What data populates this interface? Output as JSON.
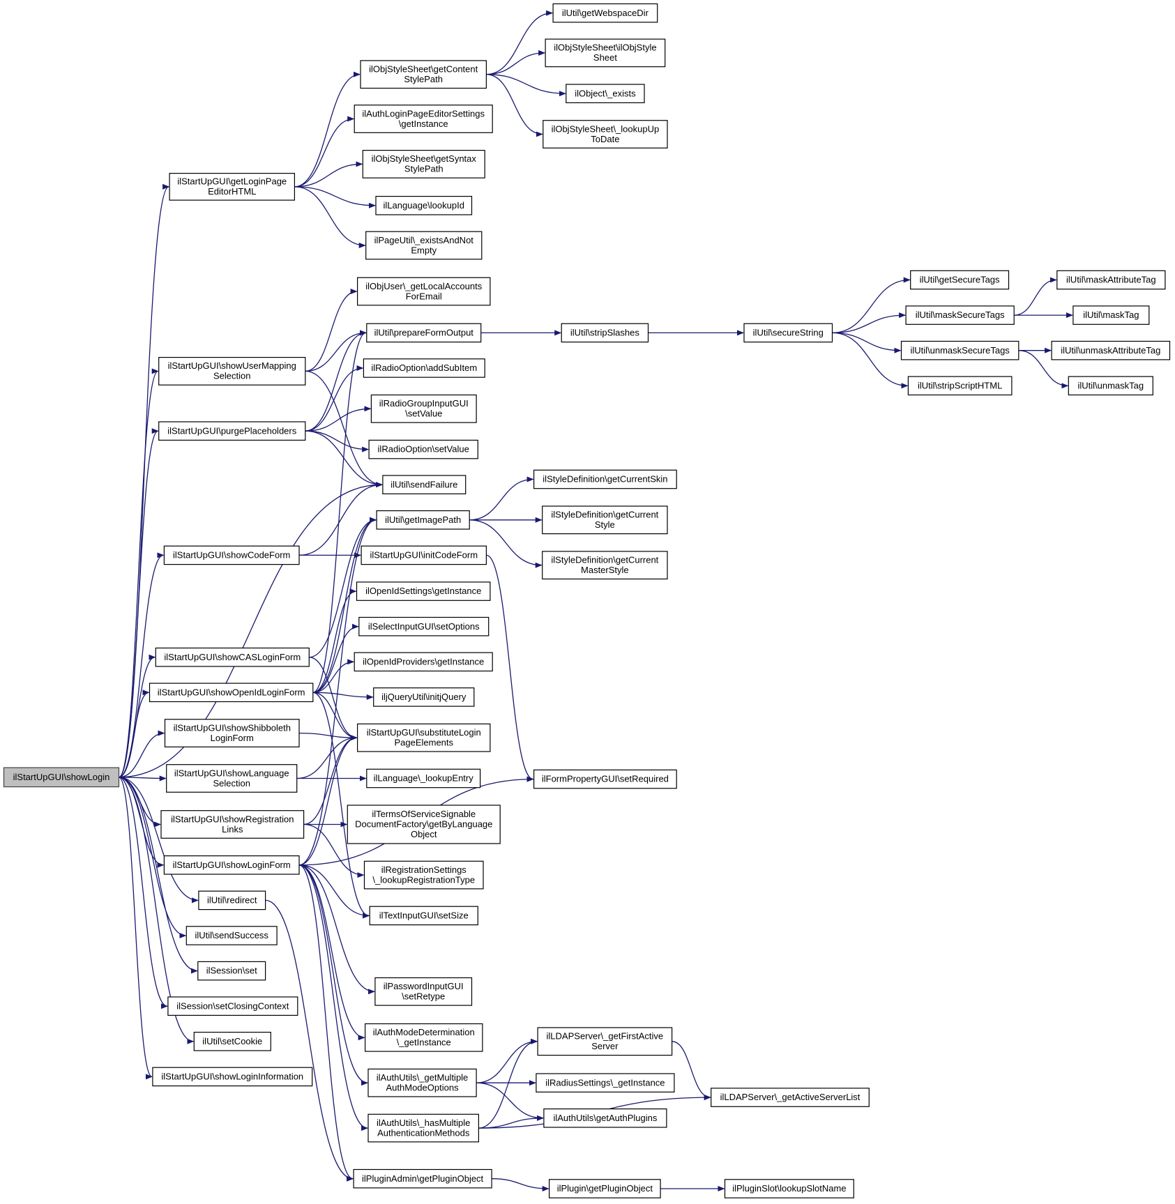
{
  "nodes": [
    {
      "id": "showLogin",
      "lines": [
        "ilStartUpGUI\\showLogin"
      ],
      "root": true
    },
    {
      "id": "getLoginPageEditorHTML",
      "lines": [
        "ilStartUpGUI\\getLoginPage",
        "EditorHTML"
      ]
    },
    {
      "id": "showUserMappingSelection",
      "lines": [
        "ilStartUpGUI\\showUserMapping",
        "Selection"
      ]
    },
    {
      "id": "purgePlaceholders",
      "lines": [
        "ilStartUpGUI\\purgePlaceholders"
      ]
    },
    {
      "id": "sendFailure",
      "lines": [
        "ilUtil\\sendFailure"
      ]
    },
    {
      "id": "showCodeForm",
      "lines": [
        "ilStartUpGUI\\showCodeForm"
      ]
    },
    {
      "id": "showCASLoginForm",
      "lines": [
        "ilStartUpGUI\\showCASLoginForm"
      ]
    },
    {
      "id": "showOpenIdLoginForm",
      "lines": [
        "ilStartUpGUI\\showOpenIdLoginForm"
      ]
    },
    {
      "id": "showShibbolethLoginForm",
      "lines": [
        "ilStartUpGUI\\showShibboleth",
        "LoginForm"
      ]
    },
    {
      "id": "showLanguageSelection",
      "lines": [
        "ilStartUpGUI\\showLanguage",
        "Selection"
      ]
    },
    {
      "id": "showRegistrationLinks",
      "lines": [
        "ilStartUpGUI\\showRegistration",
        "Links"
      ]
    },
    {
      "id": "showLoginForm",
      "lines": [
        "ilStartUpGUI\\showLoginForm"
      ]
    },
    {
      "id": "redirect",
      "lines": [
        "ilUtil\\redirect"
      ]
    },
    {
      "id": "sendSuccess",
      "lines": [
        "ilUtil\\sendSuccess"
      ]
    },
    {
      "id": "sessionSet",
      "lines": [
        "ilSession\\set"
      ]
    },
    {
      "id": "setClosingContext",
      "lines": [
        "ilSession\\setClosingContext"
      ]
    },
    {
      "id": "setCookie",
      "lines": [
        "ilUtil\\setCookie"
      ]
    },
    {
      "id": "showLoginInformation",
      "lines": [
        "ilStartUpGUI\\showLoginInformation"
      ]
    },
    {
      "id": "getContentStylePath",
      "lines": [
        "ilObjStyleSheet\\getContent",
        "StylePath"
      ]
    },
    {
      "id": "authLoginGetInstance",
      "lines": [
        "ilAuthLoginPageEditorSettings",
        "\\getInstance"
      ]
    },
    {
      "id": "getSyntaxStylePath",
      "lines": [
        "ilObjStyleSheet\\getSyntax",
        "StylePath"
      ]
    },
    {
      "id": "lookupId",
      "lines": [
        "ilLanguage\\lookupId"
      ]
    },
    {
      "id": "existsAndNotEmpty",
      "lines": [
        "ilPageUtil\\_existsAndNot",
        "Empty"
      ]
    },
    {
      "id": "getWebspaceDir",
      "lines": [
        "ilUtil\\getWebspaceDir"
      ]
    },
    {
      "id": "ilObjStyleSheetCtor",
      "lines": [
        "ilObjStyleSheet\\ilObjStyle",
        "Sheet"
      ]
    },
    {
      "id": "objectExists",
      "lines": [
        "ilObject\\_exists"
      ]
    },
    {
      "id": "lookupUpToDate",
      "lines": [
        "ilObjStyleSheet\\_lookupUp",
        "ToDate"
      ]
    },
    {
      "id": "getLocalAccountsForEmail",
      "lines": [
        "ilObjUser\\_getLocalAccounts",
        "ForEmail"
      ]
    },
    {
      "id": "prepareFormOutput",
      "lines": [
        "ilUtil\\prepareFormOutput"
      ]
    },
    {
      "id": "addSubItem",
      "lines": [
        "ilRadioOption\\addSubItem"
      ]
    },
    {
      "id": "radioGroupSetValue",
      "lines": [
        "ilRadioGroupInputGUI",
        "\\setValue"
      ]
    },
    {
      "id": "radioOptionSetValue",
      "lines": [
        "ilRadioOption\\setValue"
      ]
    },
    {
      "id": "stripSlashes",
      "lines": [
        "ilUtil\\stripSlashes"
      ]
    },
    {
      "id": "secureString",
      "lines": [
        "ilUtil\\secureString"
      ]
    },
    {
      "id": "getSecureTags",
      "lines": [
        "ilUtil\\getSecureTags"
      ]
    },
    {
      "id": "maskSecureTags",
      "lines": [
        "ilUtil\\maskSecureTags"
      ]
    },
    {
      "id": "unmaskSecureTags",
      "lines": [
        "ilUtil\\unmaskSecureTags"
      ]
    },
    {
      "id": "stripScriptHTML",
      "lines": [
        "ilUtil\\stripScriptHTML"
      ]
    },
    {
      "id": "maskAttributeTag",
      "lines": [
        "ilUtil\\maskAttributeTag"
      ]
    },
    {
      "id": "maskTag",
      "lines": [
        "ilUtil\\maskTag"
      ]
    },
    {
      "id": "unmaskAttributeTag",
      "lines": [
        "ilUtil\\unmaskAttributeTag"
      ]
    },
    {
      "id": "unmaskTag",
      "lines": [
        "ilUtil\\unmaskTag"
      ]
    },
    {
      "id": "getImagePath",
      "lines": [
        "ilUtil\\getImagePath"
      ]
    },
    {
      "id": "initCodeForm",
      "lines": [
        "ilStartUpGUI\\initCodeForm"
      ]
    },
    {
      "id": "getCurrentSkin",
      "lines": [
        "ilStyleDefinition\\getCurrentSkin"
      ]
    },
    {
      "id": "getCurrentStyle",
      "lines": [
        "ilStyleDefinition\\getCurrent",
        "Style"
      ]
    },
    {
      "id": "getCurrentMasterStyle",
      "lines": [
        "ilStyleDefinition\\getCurrent",
        "MasterStyle"
      ]
    },
    {
      "id": "openIdSettingsGetInstance",
      "lines": [
        "ilOpenIdSettings\\getInstance"
      ]
    },
    {
      "id": "selectSetOptions",
      "lines": [
        "ilSelectInputGUI\\setOptions"
      ]
    },
    {
      "id": "openIdProvidersGetInstance",
      "lines": [
        "ilOpenIdProviders\\getInstance"
      ]
    },
    {
      "id": "initjQuery",
      "lines": [
        "iljQueryUtil\\initjQuery"
      ]
    },
    {
      "id": "substituteLoginPageElements",
      "lines": [
        "ilStartUpGUI\\substituteLogin",
        "PageElements"
      ]
    },
    {
      "id": "lookupEntry",
      "lines": [
        "ilLanguage\\_lookupEntry"
      ]
    },
    {
      "id": "tosGetByLanguage",
      "lines": [
        "ilTermsOfServiceSignable",
        "DocumentFactory\\getByLanguage",
        "Object"
      ]
    },
    {
      "id": "lookupRegistrationType",
      "lines": [
        "ilRegistrationSettings",
        "\\_lookupRegistrationType"
      ]
    },
    {
      "id": "textInputSetSize",
      "lines": [
        "ilTextInputGUI\\setSize"
      ]
    },
    {
      "id": "setRequired",
      "lines": [
        "ilFormPropertyGUI\\setRequired"
      ]
    },
    {
      "id": "passwordSetRetype",
      "lines": [
        "ilPasswordInputGUI",
        "\\setRetype"
      ]
    },
    {
      "id": "authModeDetGetInstance",
      "lines": [
        "ilAuthModeDetermination",
        "\\_getInstance"
      ]
    },
    {
      "id": "getMultipleAuthModeOptions",
      "lines": [
        "ilAuthUtils\\_getMultiple",
        "AuthModeOptions"
      ]
    },
    {
      "id": "hasMultipleAuthMethods",
      "lines": [
        "ilAuthUtils\\_hasMultiple",
        "AuthenticationMethods"
      ]
    },
    {
      "id": "getPluginObjectAdmin",
      "lines": [
        "ilPluginAdmin\\getPluginObject"
      ]
    },
    {
      "id": "getFirstActiveServer",
      "lines": [
        "ilLDAPServer\\_getFirstActive",
        "Server"
      ]
    },
    {
      "id": "radiusGetInstance",
      "lines": [
        "ilRadiusSettings\\_getInstance"
      ]
    },
    {
      "id": "getAuthPlugins",
      "lines": [
        "ilAuthUtils\\getAuthPlugins"
      ]
    },
    {
      "id": "getActiveServerList",
      "lines": [
        "ilLDAPServer\\_getActiveServerList"
      ]
    },
    {
      "id": "getPluginObject",
      "lines": [
        "ilPlugin\\getPluginObject"
      ]
    },
    {
      "id": "lookupSlotName",
      "lines": [
        "ilPluginSlot\\lookupSlotName"
      ]
    }
  ],
  "edges": [
    [
      "showLogin",
      "getLoginPageEditorHTML"
    ],
    [
      "showLogin",
      "showUserMappingSelection"
    ],
    [
      "showLogin",
      "purgePlaceholders"
    ],
    [
      "showLogin",
      "sendFailure"
    ],
    [
      "showLogin",
      "showCodeForm"
    ],
    [
      "showLogin",
      "showCASLoginForm"
    ],
    [
      "showLogin",
      "showOpenIdLoginForm"
    ],
    [
      "showLogin",
      "showShibbolethLoginForm"
    ],
    [
      "showLogin",
      "showLanguageSelection"
    ],
    [
      "showLogin",
      "showRegistrationLinks"
    ],
    [
      "showLogin",
      "showLoginForm"
    ],
    [
      "showLogin",
      "redirect"
    ],
    [
      "showLogin",
      "sendSuccess"
    ],
    [
      "showLogin",
      "sessionSet"
    ],
    [
      "showLogin",
      "setClosingContext"
    ],
    [
      "showLogin",
      "setCookie"
    ],
    [
      "showLogin",
      "showLoginInformation"
    ],
    [
      "getLoginPageEditorHTML",
      "getContentStylePath"
    ],
    [
      "getLoginPageEditorHTML",
      "authLoginGetInstance"
    ],
    [
      "getLoginPageEditorHTML",
      "getSyntaxStylePath"
    ],
    [
      "getLoginPageEditorHTML",
      "lookupId"
    ],
    [
      "getLoginPageEditorHTML",
      "existsAndNotEmpty"
    ],
    [
      "getContentStylePath",
      "getWebspaceDir"
    ],
    [
      "getContentStylePath",
      "ilObjStyleSheetCtor"
    ],
    [
      "getContentStylePath",
      "objectExists"
    ],
    [
      "getContentStylePath",
      "lookupUpToDate"
    ],
    [
      "showUserMappingSelection",
      "getLocalAccountsForEmail"
    ],
    [
      "showUserMappingSelection",
      "prepareFormOutput"
    ],
    [
      "showUserMappingSelection",
      "sendFailure"
    ],
    [
      "purgePlaceholders",
      "prepareFormOutput"
    ],
    [
      "purgePlaceholders",
      "addSubItem"
    ],
    [
      "purgePlaceholders",
      "radioGroupSetValue"
    ],
    [
      "purgePlaceholders",
      "radioOptionSetValue"
    ],
    [
      "purgePlaceholders",
      "sendFailure"
    ],
    [
      "prepareFormOutput",
      "stripSlashes"
    ],
    [
      "stripSlashes",
      "secureString"
    ],
    [
      "secureString",
      "getSecureTags"
    ],
    [
      "secureString",
      "maskSecureTags"
    ],
    [
      "secureString",
      "unmaskSecureTags"
    ],
    [
      "secureString",
      "stripScriptHTML"
    ],
    [
      "maskSecureTags",
      "maskAttributeTag"
    ],
    [
      "maskSecureTags",
      "maskTag"
    ],
    [
      "unmaskSecureTags",
      "unmaskAttributeTag"
    ],
    [
      "unmaskSecureTags",
      "unmaskTag"
    ],
    [
      "showCodeForm",
      "sendFailure"
    ],
    [
      "showCodeForm",
      "initCodeForm"
    ],
    [
      "initCodeForm",
      "setRequired"
    ],
    [
      "getImagePath",
      "getCurrentSkin"
    ],
    [
      "getImagePath",
      "getCurrentStyle"
    ],
    [
      "getImagePath",
      "getCurrentMasterStyle"
    ],
    [
      "showCASLoginForm",
      "getImagePath"
    ],
    [
      "showCASLoginForm",
      "substituteLoginPageElements"
    ],
    [
      "showOpenIdLoginForm",
      "getImagePath"
    ],
    [
      "showOpenIdLoginForm",
      "openIdSettingsGetInstance"
    ],
    [
      "showOpenIdLoginForm",
      "selectSetOptions"
    ],
    [
      "showOpenIdLoginForm",
      "openIdProvidersGetInstance"
    ],
    [
      "showOpenIdLoginForm",
      "initjQuery"
    ],
    [
      "showOpenIdLoginForm",
      "substituteLoginPageElements"
    ],
    [
      "showOpenIdLoginForm",
      "prepareFormOutput"
    ],
    [
      "showOpenIdLoginForm",
      "textInputSetSize"
    ],
    [
      "showShibbolethLoginForm",
      "substituteLoginPageElements"
    ],
    [
      "showLanguageSelection",
      "substituteLoginPageElements"
    ],
    [
      "showLanguageSelection",
      "lookupEntry"
    ],
    [
      "showRegistrationLinks",
      "tosGetByLanguage"
    ],
    [
      "showRegistrationLinks",
      "lookupRegistrationType"
    ],
    [
      "showRegistrationLinks",
      "substituteLoginPageElements"
    ],
    [
      "showLoginForm",
      "getImagePath"
    ],
    [
      "showLoginForm",
      "textInputSetSize"
    ],
    [
      "showLoginForm",
      "setRequired"
    ],
    [
      "showLoginForm",
      "passwordSetRetype"
    ],
    [
      "showLoginForm",
      "authModeDetGetInstance"
    ],
    [
      "showLoginForm",
      "getMultipleAuthModeOptions"
    ],
    [
      "showLoginForm",
      "hasMultipleAuthMethods"
    ],
    [
      "showLoginForm",
      "substituteLoginPageElements"
    ],
    [
      "showLoginForm",
      "getPluginObjectAdmin"
    ],
    [
      "redirect",
      "getPluginObjectAdmin"
    ],
    [
      "getMultipleAuthModeOptions",
      "getFirstActiveServer"
    ],
    [
      "getMultipleAuthModeOptions",
      "radiusGetInstance"
    ],
    [
      "getMultipleAuthModeOptions",
      "getAuthPlugins"
    ],
    [
      "hasMultipleAuthMethods",
      "getFirstActiveServer"
    ],
    [
      "hasMultipleAuthMethods",
      "getAuthPlugins"
    ],
    [
      "hasMultipleAuthMethods",
      "getActiveServerList"
    ],
    [
      "getFirstActiveServer",
      "getActiveServerList"
    ],
    [
      "getPluginObjectAdmin",
      "getPluginObject"
    ],
    [
      "getPluginObject",
      "lookupSlotName"
    ]
  ],
  "colors": {
    "edge": "#191970",
    "root_fill": "#bfbfbf",
    "node_border": "#000000"
  }
}
